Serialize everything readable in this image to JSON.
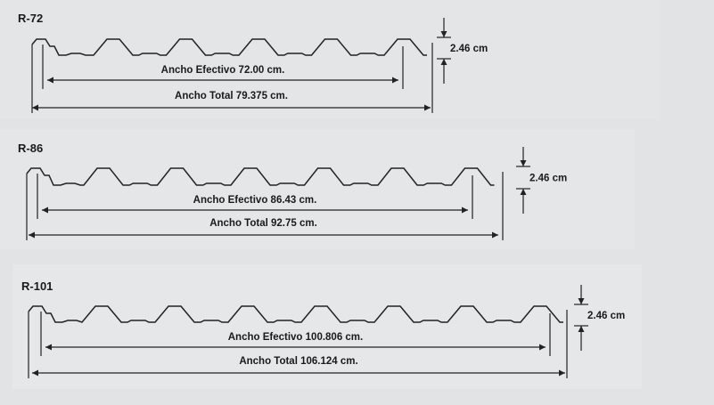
{
  "colors": {
    "line": "#222222",
    "background": "#e2e3e5"
  },
  "profiles": [
    {
      "name": "R-72",
      "ribs": 5,
      "height_label": "2.46 cm",
      "effective_label": "Ancho Efectivo 72.00 cm.",
      "total_label": "Ancho Total 79.375 cm."
    },
    {
      "name": "R-86",
      "ribs": 6,
      "height_label": "2.46 cm",
      "effective_label": "Ancho Efectivo 86.43 cm.",
      "total_label": "Ancho Total 92.75 cm."
    },
    {
      "name": "R-101",
      "ribs": 7,
      "height_label": "2.46 cm",
      "effective_label": "Ancho Efectivo 100.806 cm.",
      "total_label": "Ancho Total 106.124 cm."
    }
  ]
}
